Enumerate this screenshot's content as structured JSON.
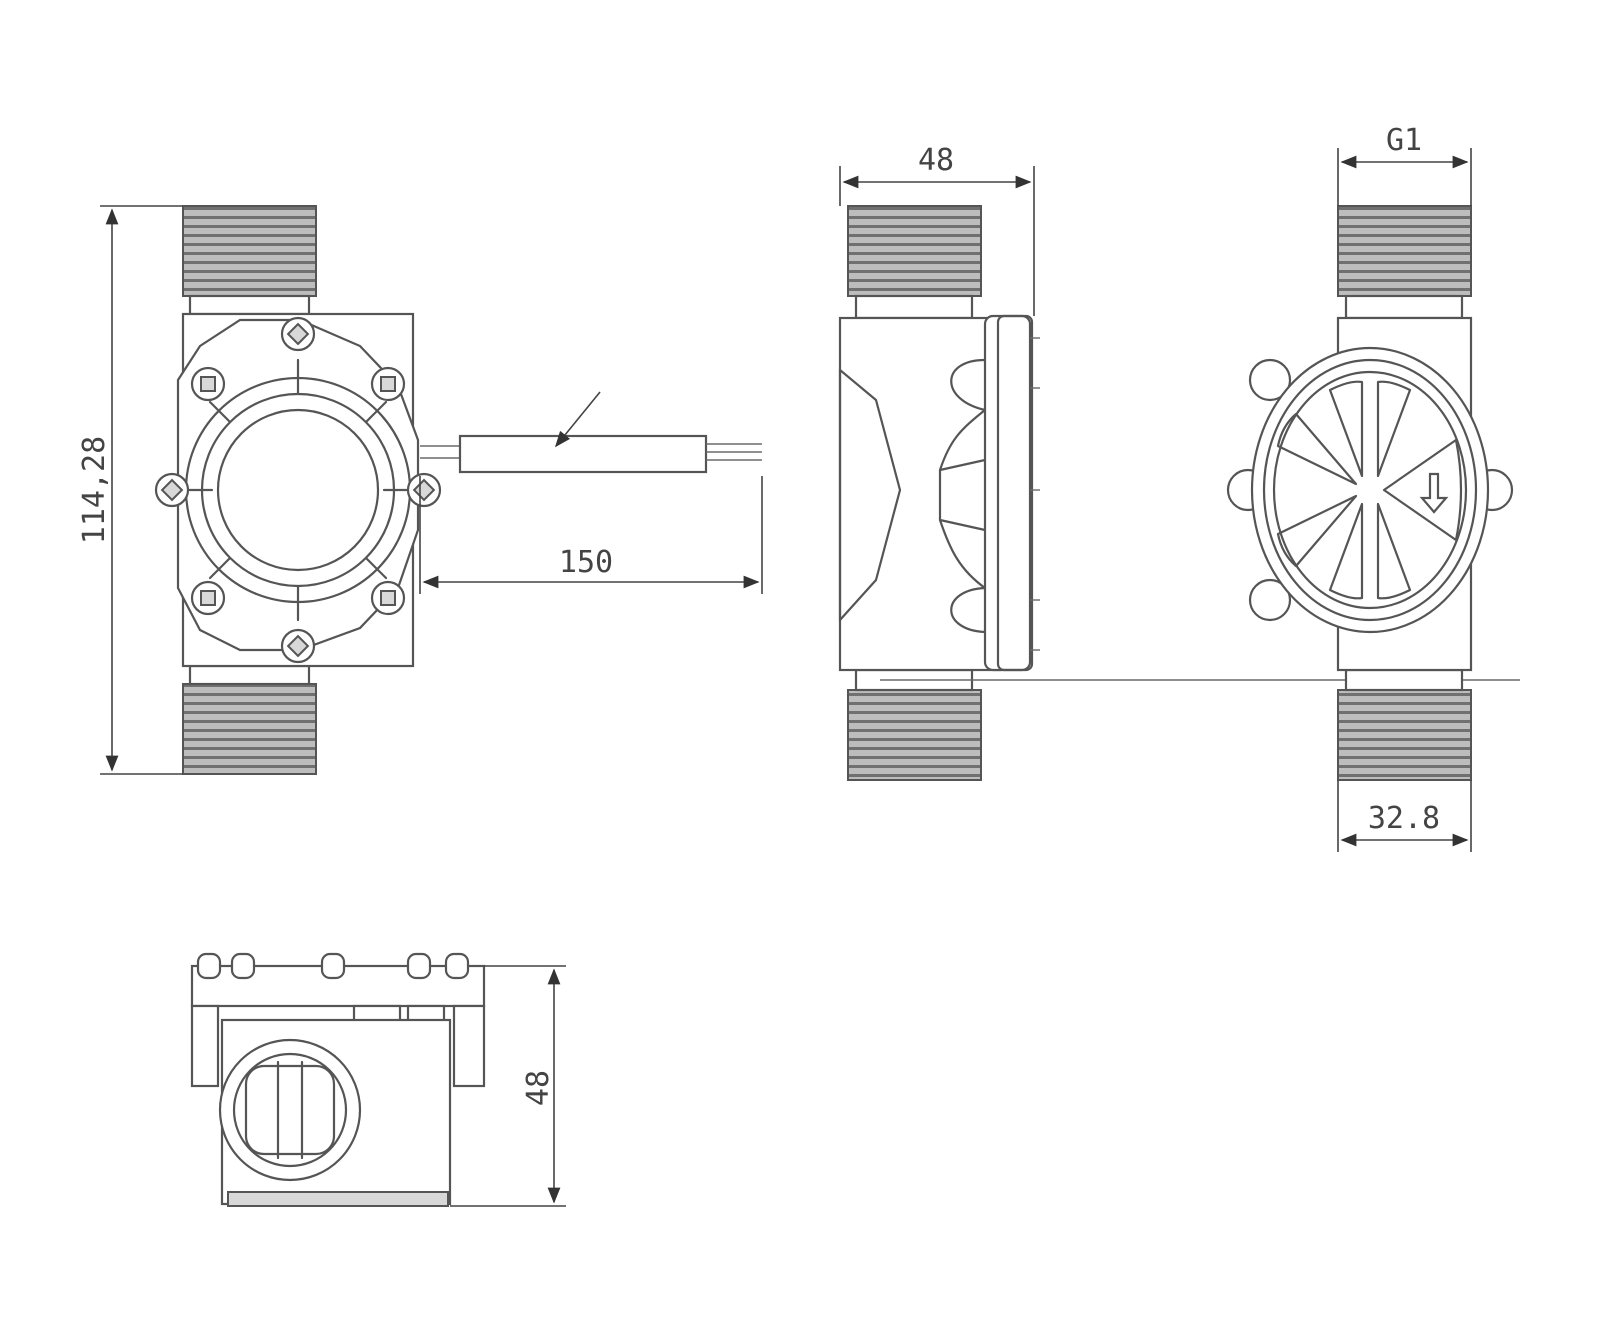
{
  "dimensions": {
    "height_total": "114,28",
    "cable_length": "150",
    "side_width": "48",
    "thread_size": "G1",
    "body_width": "32.8",
    "bottom_height": "48"
  }
}
